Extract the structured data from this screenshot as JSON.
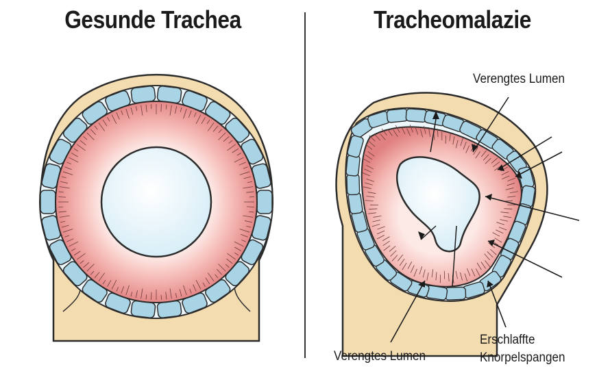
{
  "panels": {
    "left": {
      "title": "Gesunde Trachea"
    },
    "right": {
      "title": "Tracheomalazie"
    }
  },
  "labels": {
    "top_right": "Verengtes Lumen",
    "bottom_left": "Verengtes Lumen",
    "bottom_right_line1": "Erschlaffte",
    "bottom_right_line2": "Knorpelspangen"
  },
  "colors": {
    "tissue": "#f3dcb0",
    "outline": "#2b2b2b",
    "cartilage": "#a9d4e6",
    "mucosa_outer": "#e88f8f",
    "mucosa_inner": "#fbe3df",
    "lumen": "#eaf6fb"
  }
}
